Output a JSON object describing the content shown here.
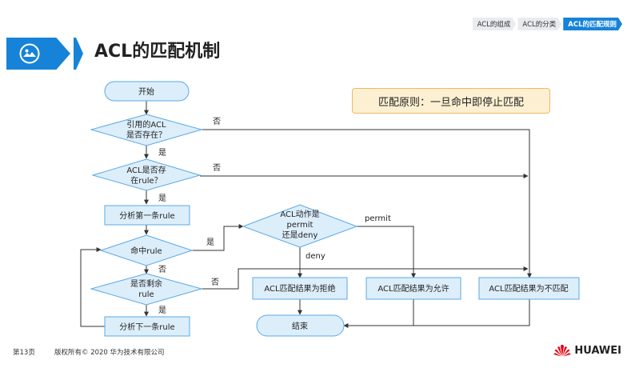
{
  "breadcrumbs": [
    {
      "label": "ACL的组成",
      "active": false
    },
    {
      "label": "ACL的分类",
      "active": false
    },
    {
      "label": "ACL的匹配规则",
      "active": true
    }
  ],
  "title": "ACL的匹配机制",
  "principle": "匹配原则：一旦命中即停止匹配",
  "nodes": {
    "start": "开始",
    "d_acl_exists": [
      "引用的ACL",
      "是否存在？"
    ],
    "d_rule_exists": [
      "ACL是否存",
      "在rule？"
    ],
    "analyze_first": "分析第一条rule",
    "d_hit": "命中rule",
    "d_remaining": [
      "是否剩余",
      "rule"
    ],
    "analyze_next": "分析下一条rule",
    "d_action": [
      "ACL动作是",
      "permit",
      "还是deny"
    ],
    "result_deny": "ACL匹配结果为拒绝",
    "result_permit": "ACL匹配结果为允许",
    "result_nomatch": "ACL匹配结果为不匹配",
    "end": "结束"
  },
  "edge_labels": {
    "no1": "否",
    "yes1": "是",
    "no2": "否",
    "yes2": "是",
    "yes_hit": "是",
    "no_hit": "否",
    "no3": "否",
    "yes3": "是",
    "permit": "permit",
    "deny": "deny"
  },
  "footer": {
    "page": "第13页",
    "copyright": "版权所有© 2020 华为技术有限公司",
    "brand": "HUAWEI"
  },
  "colors": {
    "accent": "#1683d8",
    "node_fill": "#ddeefb",
    "node_stroke": "#5aaae6",
    "principle_fill": "#fdf0d2",
    "principle_stroke": "#f0b860",
    "brand_red": "#e60012"
  }
}
